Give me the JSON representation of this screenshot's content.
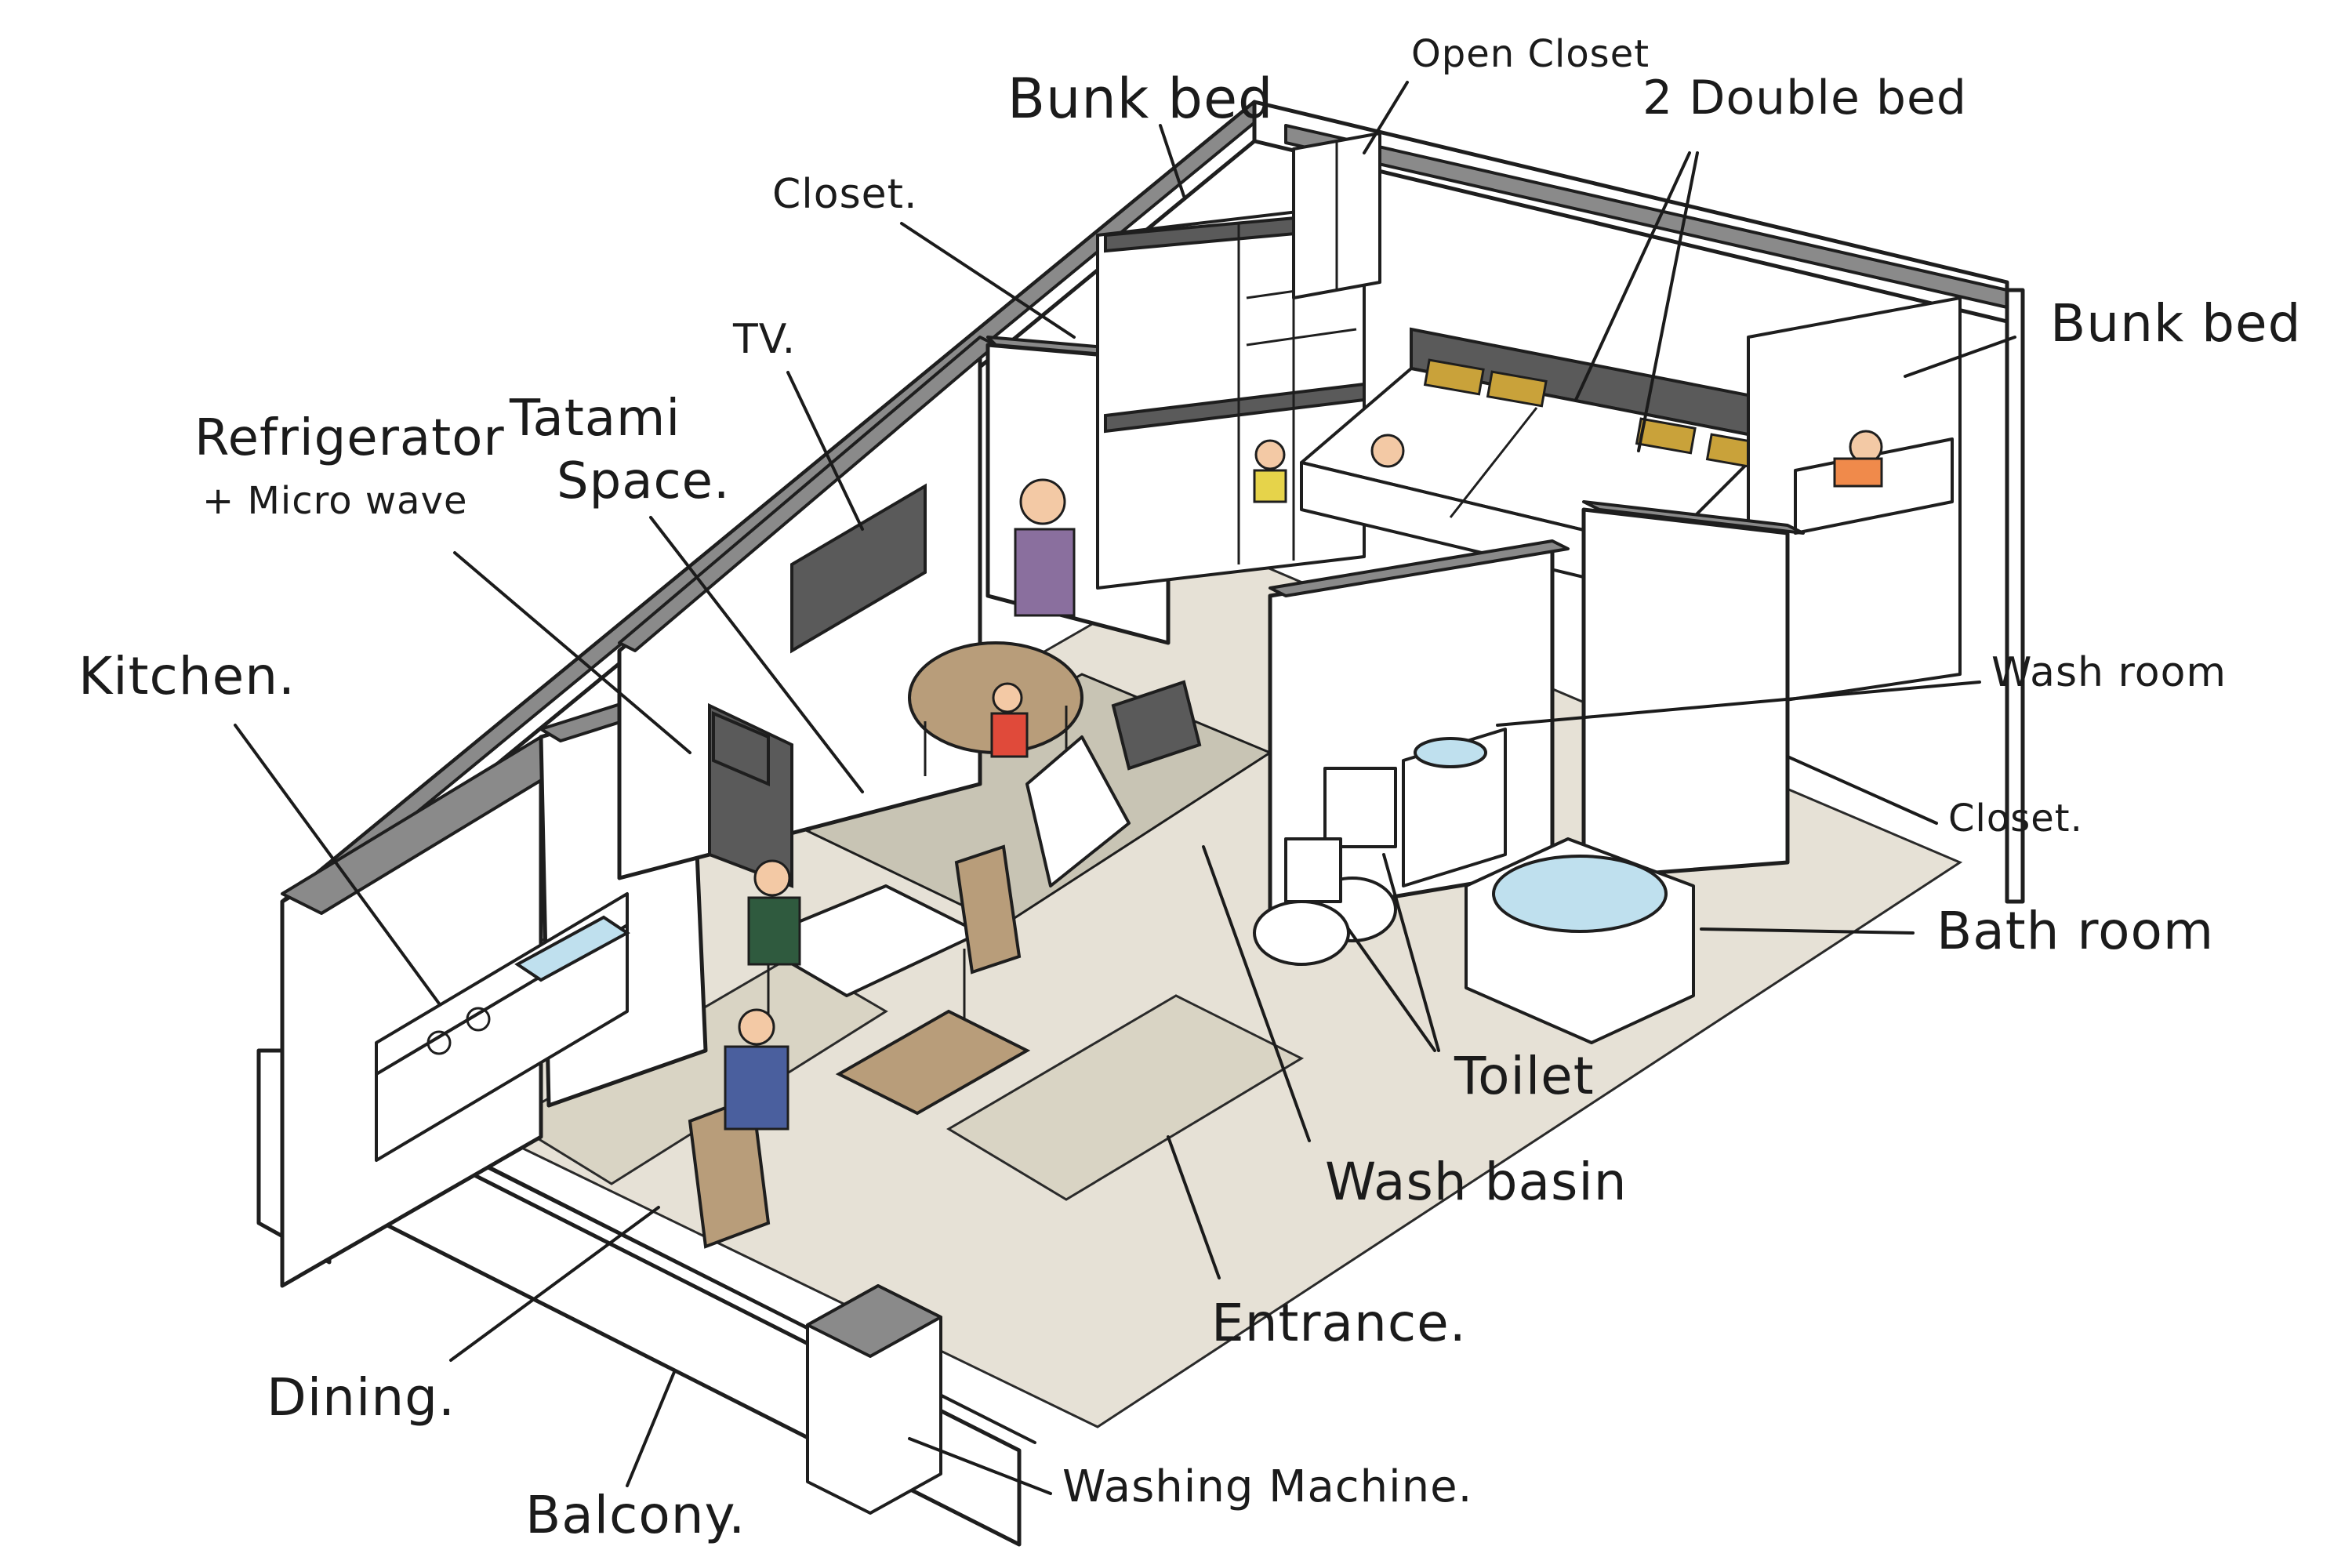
{
  "labels": {
    "bunk_bed_left": "Bunk bed",
    "open_closet": "Open Closet",
    "two_double_bed": "2 Double bed",
    "bunk_bed_right": "Bunk bed",
    "closet_top": "Closet.",
    "tv": "TV.",
    "refrigerator": "Refrigerator",
    "microwave": "+ Micro wave",
    "tatami_line1": "Tatami",
    "tatami_line2": "Space.",
    "kitchen": "Kitchen.",
    "wash_room": "Wash room",
    "closet_right": "Closet.",
    "bathroom": "Bath room",
    "toilet": "Toilet",
    "wash_basin": "Wash basin",
    "entrance": "Entrance.",
    "dining": "Dining.",
    "balcony": "Balcony.",
    "washing_machine": "Washing Machine."
  },
  "colors": {
    "ink": "#1b1b1b",
    "wall_top": "#8a8a8a",
    "floor": "#e6e1d6",
    "tatami": "#c8c4b4",
    "water": "#bfe0ee",
    "pillow": "#c9a23a",
    "wood": "#b89d7a"
  }
}
